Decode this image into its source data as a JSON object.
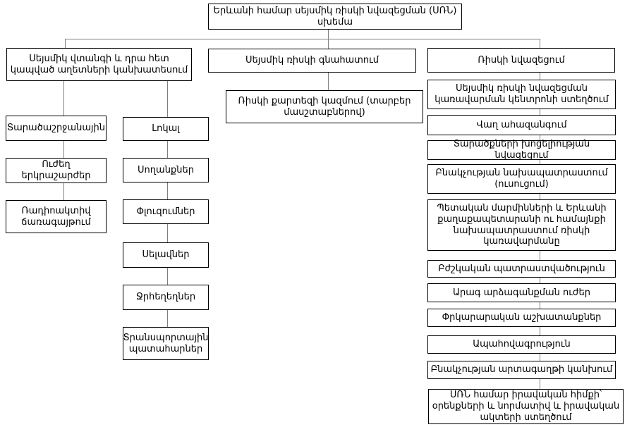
{
  "page": {
    "background": "#ffffff"
  },
  "colors": {
    "box_border": "#000000",
    "box_background": "#ffffff",
    "connector": "#7f7f7f",
    "text": "#000000"
  },
  "diagram": {
    "title": "Երևանի համար սեյսմիկ ռիսկի նվազեցման (ՍՌՆ) սխեմա",
    "branches": {
      "forecast": "Սեյսմիկ վտանգի և դրա հետ կապված աղետների կանխատեսում",
      "assessment": "Սեյսմիկ ռիսկի գնահատում",
      "reduction": "Ռիսկի նվազեցում"
    },
    "risk_map": "Ռիսկի քարտեզի կազմում (տարբեր մասշտաբներով)",
    "regional_column": [
      "Տարածաշրջանային",
      "Ուժեղ երկրաշարժեր",
      "Ռադիոակտիվ ճառագայթում"
    ],
    "local_column": [
      "Լոկալ",
      "Սողանքներ",
      "Փլուզումներ",
      "Սելավներ",
      "Ջրհեղեղներ",
      "Տրանսպորտային պատահարներ"
    ],
    "reduction_column": [
      "Սեյսմիկ ռիսկի նվազեցման կառավարման կենտրոնի ստեղծում",
      "Վաղ ահազանգում",
      "Տարածքների խոցելիության նվազեցում",
      "Բնակչության նախապատրաստում (ուսուցում)",
      "Պետական մարմինների և Երևանի քաղաքապետարանի ու համայնքի նախապատրաստում ռիսկի կառավարմանը",
      "Բժշկական պատրաստվածություն",
      "Արագ արձագանքման ուժեր",
      "Փրկարարական աշխատանքներ",
      "Ապահովագրություն",
      "Բնակչության արտագաղթի կանխում",
      "ՍՌՆ համար իրավական հիմքի՝ օրենքների և նորմատիվ և իրավական ակտերի ստեղծում"
    ]
  }
}
